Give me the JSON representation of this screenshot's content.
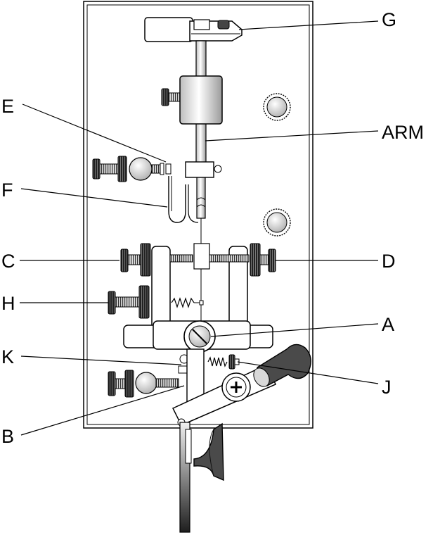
{
  "labels": {
    "g": "G",
    "arm": "ARM",
    "e": "E",
    "f": "F",
    "c": "C",
    "d": "D",
    "h": "H",
    "a": "A",
    "k": "K",
    "j": "J",
    "b": "B"
  },
  "colors": {
    "line": "#000000",
    "plate_fill": "#ffffff",
    "knurl_fill": "#1a1a1a",
    "knob_fill": "#3c3c3c",
    "paddle_fill": "#4a4a4a"
  }
}
